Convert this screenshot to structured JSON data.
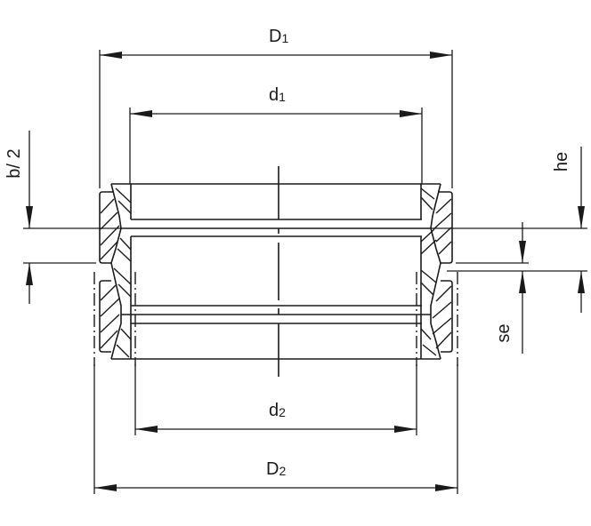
{
  "drawing": {
    "type": "cross-section dimension drawing",
    "subject": "double ring seal / bearing assembly",
    "stroke_color": "#1a1a1a",
    "background": "#ffffff"
  },
  "dimensions": {
    "D1": {
      "base": "D",
      "sub": "1"
    },
    "d1": {
      "base": "d",
      "sub": "1"
    },
    "d2": {
      "base": "d",
      "sub": "2"
    },
    "D2": {
      "base": "D",
      "sub": "2"
    },
    "b_half": {
      "text": "b/ 2"
    },
    "he": {
      "text": "he"
    },
    "se": {
      "text": "se"
    }
  }
}
